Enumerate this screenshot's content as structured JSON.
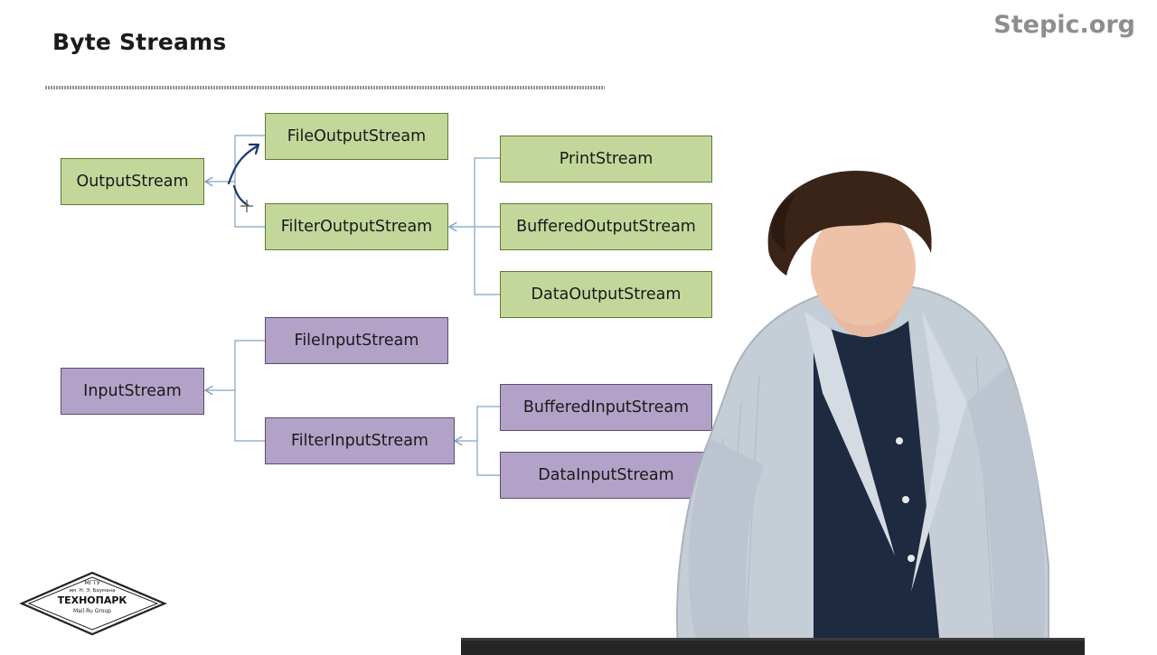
{
  "slide": {
    "title": "Byte Streams",
    "brand": "Stepic.org"
  },
  "diagram": {
    "output_root": "OutputStream",
    "output_children": [
      "FileOutputStream",
      "FilterOutputStream"
    ],
    "filter_output_children": [
      "PrintStream",
      "BufferedOutputStream",
      "DataOutputStream"
    ],
    "input_root": "InputStream",
    "input_children": [
      "FileInputStream",
      "FilterInputStream"
    ],
    "filter_input_children": [
      "BufferedInputStream",
      "DataInputStream"
    ],
    "colors": {
      "output_fill": "#c4d79b",
      "output_border": "#5f7a2e",
      "input_fill": "#b3a2c7",
      "input_border": "#5c4a72",
      "connector": "#7fa3c4",
      "annotation": "#1a3a6e"
    }
  },
  "logo": {
    "line1": "МГТУ",
    "line2": "им. Н. Э. Баумана",
    "line3": "ТЕХНОПАРК",
    "line4": "Mail.Ru Group"
  }
}
